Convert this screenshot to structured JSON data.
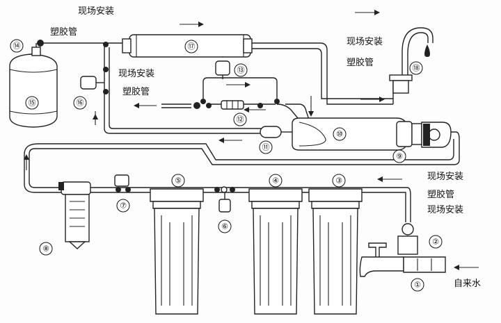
{
  "labels": {
    "site_install_1": "现场安装",
    "plastic_pipe_1": "塑胶管",
    "site_install_2": "现场安装",
    "plastic_pipe_2": "塑胶管",
    "site_install_3": "现场安装",
    "plastic_pipe_3": "塑胶管",
    "site_install_4": "现场安装",
    "plastic_pipe_4": "塑胶管",
    "site_install_5": "现场安装",
    "tap_water": "自来水"
  },
  "markers": [
    "①",
    "②",
    "③",
    "④",
    "⑤",
    "⑥",
    "⑦",
    "⑧",
    "⑨",
    "⑩",
    "⑪",
    "⑫",
    "⑬",
    "⑭",
    "⑮",
    "⑯",
    "⑰",
    "⑱"
  ]
}
